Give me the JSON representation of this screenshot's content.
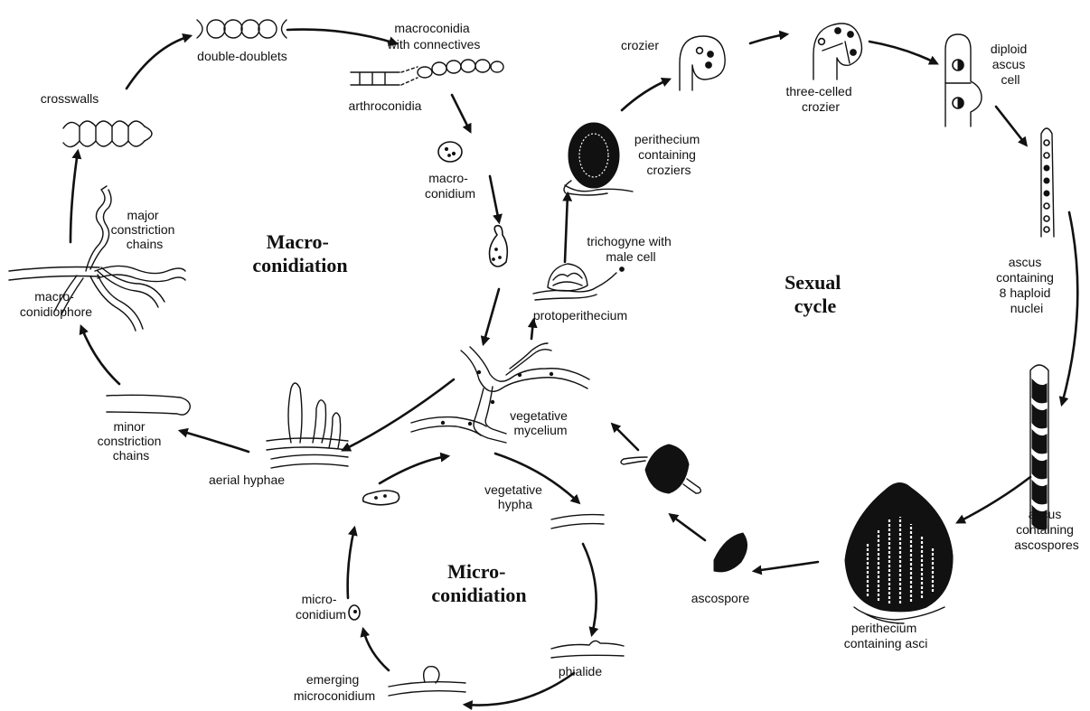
{
  "cycles": {
    "macro": [
      "Macro-",
      "conidiation"
    ],
    "micro": [
      "Micro-",
      "conidiation"
    ],
    "sexual": [
      "Sexual",
      "cycle"
    ]
  },
  "labels": {
    "double_doublets": [
      "double-doublets"
    ],
    "macroconidia_connectives": [
      "macroconidia",
      "with connectives"
    ],
    "arthroconidia": [
      "arthroconidia"
    ],
    "crosswalls": [
      "crosswalls"
    ],
    "macroconidium": [
      "macro-",
      "conidium"
    ],
    "major_constriction": [
      "major",
      "constriction",
      "chains"
    ],
    "macroconidiophore": [
      "macro-",
      "conidiophore"
    ],
    "minor_constriction": [
      "minor",
      "constriction",
      "chains"
    ],
    "aerial_hyphae": [
      "aerial hyphae"
    ],
    "vegetative_mycelium": [
      "vegetative",
      "mycelium"
    ],
    "vegetative_hypha": [
      "vegetative",
      "hypha"
    ],
    "phialide": [
      "phialide"
    ],
    "emerging_microconidium": [
      "emerging",
      "microconidium"
    ],
    "microconidium": [
      "micro-",
      "conidium"
    ],
    "protoperithecium": [
      "protoperithecium"
    ],
    "trichogyne": [
      "trichogyne with",
      "male cell"
    ],
    "perithecium_croziers": [
      "perithecium",
      "containing",
      "croziers"
    ],
    "crozier": [
      "crozier"
    ],
    "three_celled_crozier": [
      "three-celled",
      "crozier"
    ],
    "diploid_ascus": [
      "diploid",
      "ascus",
      "cell"
    ],
    "ascus_haploid": [
      "ascus",
      "containing",
      "8 haploid",
      "nuclei"
    ],
    "ascus_ascospores": [
      "ascus",
      "containing",
      "ascospores"
    ],
    "perithecium_asci": [
      "perithecium",
      "containing asci"
    ],
    "ascospore": [
      "ascospore"
    ]
  }
}
